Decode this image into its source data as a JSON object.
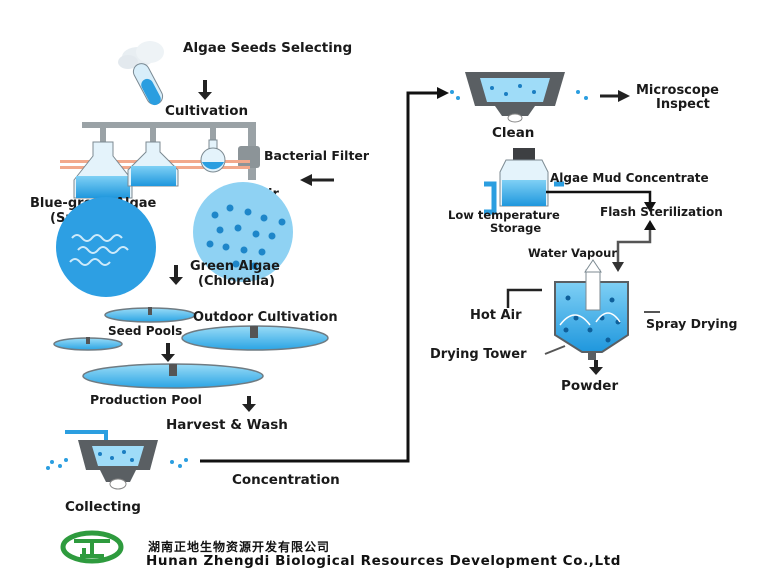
{
  "labels": {
    "algae_seeds_selecting": "Algae Seeds Selecting",
    "cultivation": "Cultivation",
    "bacterial_filter": "Bacterial Filter",
    "air": "Air",
    "blue_green_algae_1": "Blue-green Algae",
    "blue_green_algae_2": "(Spirulina)",
    "green_algae_1": "Green Algae",
    "green_algae_2": "(Chlorella)",
    "outdoor_cultivation": "Outdoor Cultivation",
    "seed_pools": "Seed Pools",
    "production_pool": "Production Pool",
    "harvest_wash": "Harvest & Wash",
    "collecting": "Collecting",
    "concentration": "Concentration",
    "clean": "Clean",
    "microscope_inspect_1": "Microscope",
    "microscope_inspect_2": "Inspect",
    "algae_mud_concentrate": "Algae Mud Concentrate",
    "low_temp_storage_1": "Low temperature",
    "low_temp_storage_2": "Storage",
    "flash_sterilization": "Flash Sterilization",
    "water_vapour": "Water Vapour",
    "hot_air": "Hot Air",
    "spray_drying": "Spray Drying",
    "drying_tower": "Drying Tower",
    "powder": "Powder"
  },
  "company": {
    "name_cn": "湖南正地生物资源开发有限公司",
    "name_en": "Hunan Zhengdi Biological Resources Development Co.,Ltd"
  },
  "colors": {
    "water": "#35a9e6",
    "water_light": "#bfe6f8",
    "equipment": "#5a5f63",
    "arrow": "#222222",
    "logo_green": "#2e9b3e"
  }
}
